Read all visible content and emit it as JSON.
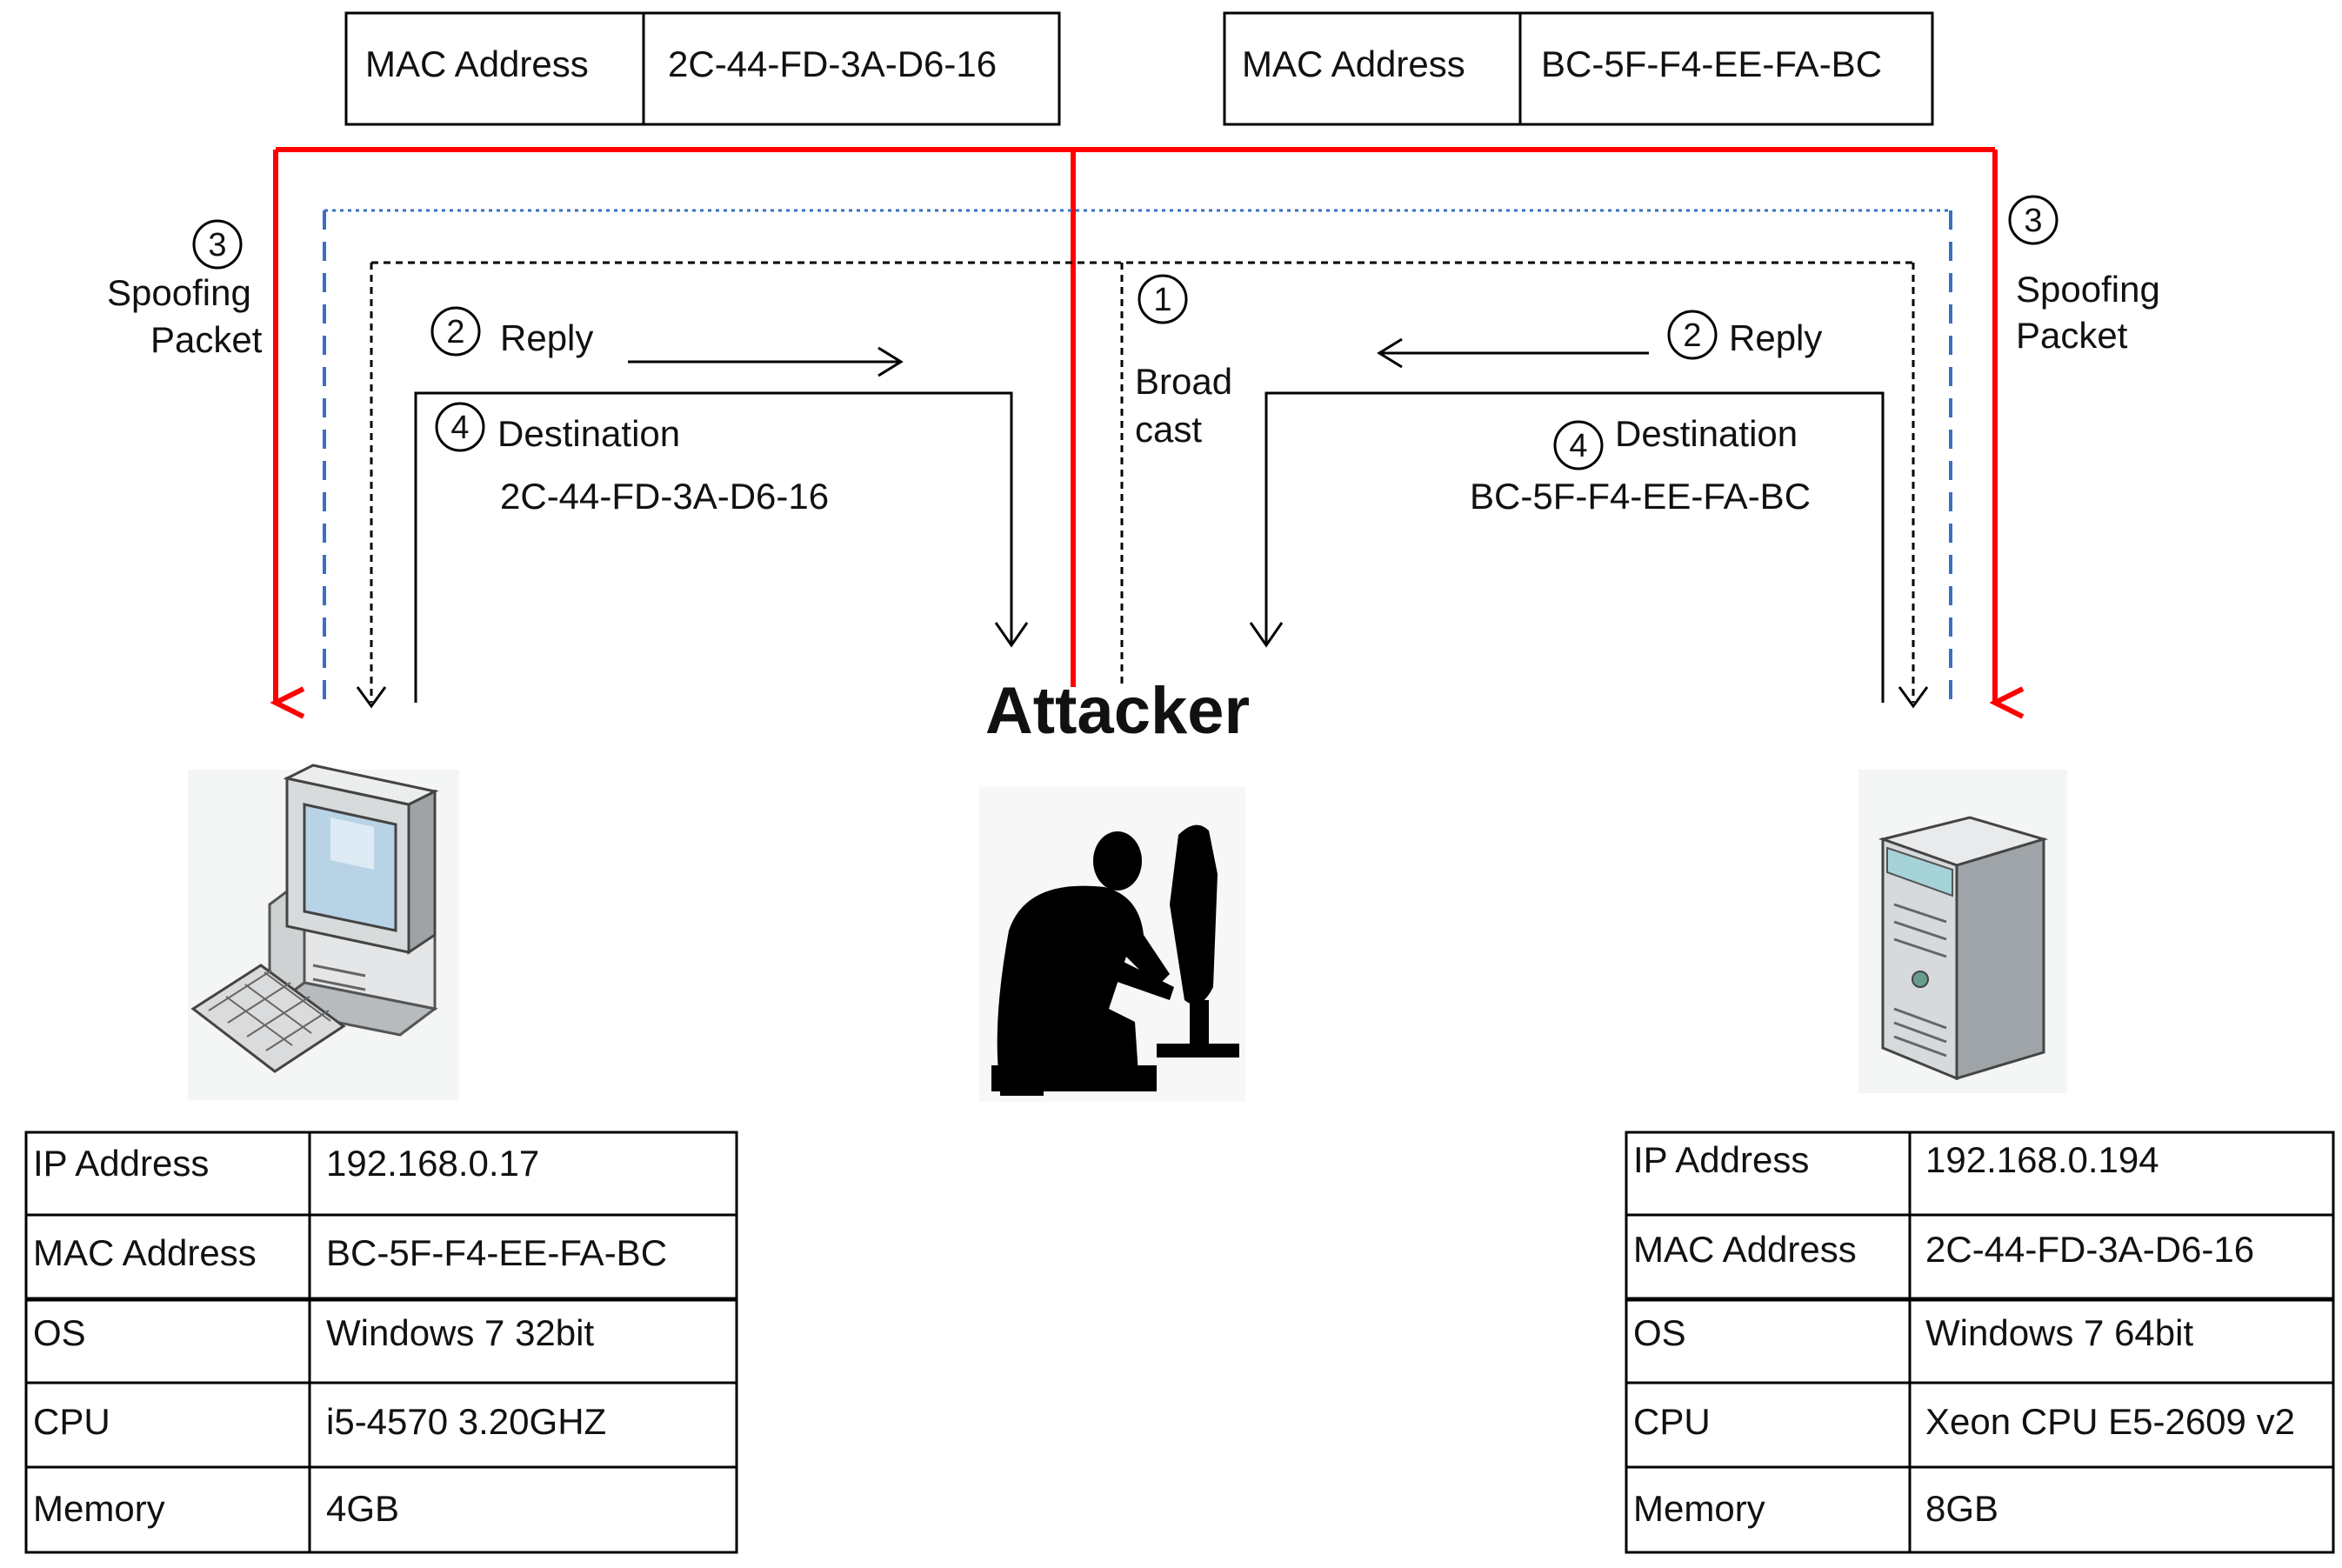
{
  "top_mac_left": {
    "key": "MAC Address",
    "value": "2C-44-FD-3A-D6-16"
  },
  "top_mac_right": {
    "key": "MAC Address",
    "value": "BC-5F-F4-EE-FA-BC"
  },
  "labels": {
    "step1": "1",
    "step2": "2",
    "step3": "3",
    "step4": "4",
    "spoofing_line1": "Spoofing",
    "spoofing_line2": "Packet",
    "reply": "Reply",
    "destination": "Destination",
    "broad_line1": "Broad",
    "broad_line2": "cast",
    "dest_left_mac": "2C-44-FD-3A-D6-16",
    "dest_right_mac": "BC-5F-F4-EE-FA-BC",
    "attacker": "Attacker"
  },
  "left_table": [
    [
      "IP Address",
      "192.168.0.17"
    ],
    [
      "MAC Address",
      "BC-5F-F4-EE-FA-BC"
    ],
    [
      "OS",
      "Windows 7 32bit"
    ],
    [
      "CPU",
      "i5-4570 3.20GHZ"
    ],
    [
      "Memory",
      "4GB"
    ]
  ],
  "right_table": [
    [
      "IP Address",
      "192.168.0.194"
    ],
    [
      "MAC Address",
      "2C-44-FD-3A-D6-16"
    ],
    [
      "OS",
      "Windows 7 64bit"
    ],
    [
      "CPU",
      "Xeon CPU  E5-2609 v2"
    ],
    [
      "Memory",
      "8GB"
    ]
  ],
  "icons": [
    "desktop-computer-icon",
    "hacker-silhouette-icon",
    "server-tower-icon"
  ],
  "colors": {
    "spoof_arrow": "#ff0000",
    "blue_dashed": "#3a6fc4",
    "line": "#000000"
  }
}
